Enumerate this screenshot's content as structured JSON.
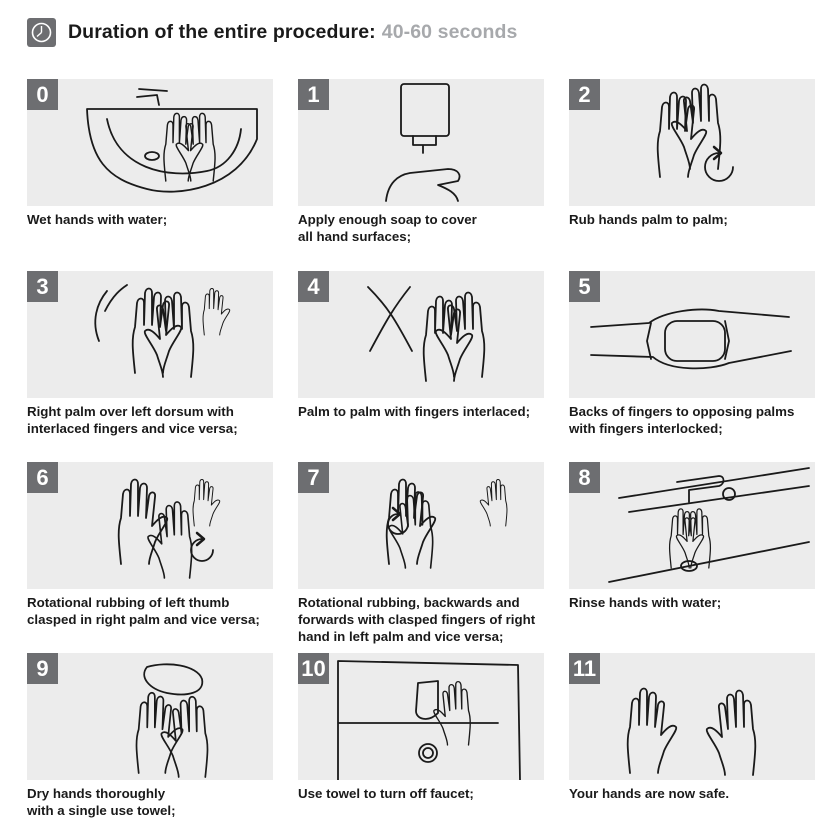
{
  "header": {
    "title": "Duration of the entire procedure:",
    "duration": "40-60 seconds"
  },
  "colors": {
    "panel": "#ececec",
    "badge": "#6d6e71",
    "duration": "#a7a9ac",
    "text": "#1a1a1a"
  },
  "steps": [
    {
      "number": "0",
      "lines": [
        "Wet hands with water;"
      ],
      "icon": "faucet-wet-hands-icon"
    },
    {
      "number": "1",
      "lines": [
        "Apply enough soap to cover",
        "all hand surfaces;"
      ],
      "icon": "soap-dispenser-icon"
    },
    {
      "number": "2",
      "lines": [
        "Rub hands palm to palm;"
      ],
      "icon": "palm-to-palm-icon"
    },
    {
      "number": "3",
      "lines": [
        "Right palm over left dorsum with",
        "interlaced fingers and vice versa;"
      ],
      "icon": "palm-over-dorsum-icon"
    },
    {
      "number": "4",
      "lines": [
        "Palm to palm with fingers interlaced;"
      ],
      "icon": "fingers-interlaced-icon"
    },
    {
      "number": "5",
      "lines": [
        "Backs of fingers to opposing palms",
        "with fingers interlocked;"
      ],
      "icon": "fingers-interlocked-icon"
    },
    {
      "number": "6",
      "lines": [
        "Rotational rubbing of left thumb",
        "clasped in right palm and vice versa;"
      ],
      "icon": "thumb-rubbing-icon"
    },
    {
      "number": "7",
      "lines": [
        "Rotational rubbing, backwards and",
        "forwards with clasped fingers of right",
        "hand in left palm and vice versa;"
      ],
      "icon": "fingertips-rubbing-icon"
    },
    {
      "number": "8",
      "lines": [
        "Rinse hands with water;"
      ],
      "icon": "rinse-hands-icon"
    },
    {
      "number": "9",
      "lines": [
        "Dry hands thoroughly",
        "with a single use towel;"
      ],
      "icon": "towel-dry-icon"
    },
    {
      "number": "10",
      "lines": [
        "Use towel to turn off faucet;"
      ],
      "icon": "towel-faucet-icon"
    },
    {
      "number": "11",
      "lines": [
        "Your hands are now safe."
      ],
      "icon": "clean-hands-icon"
    }
  ]
}
